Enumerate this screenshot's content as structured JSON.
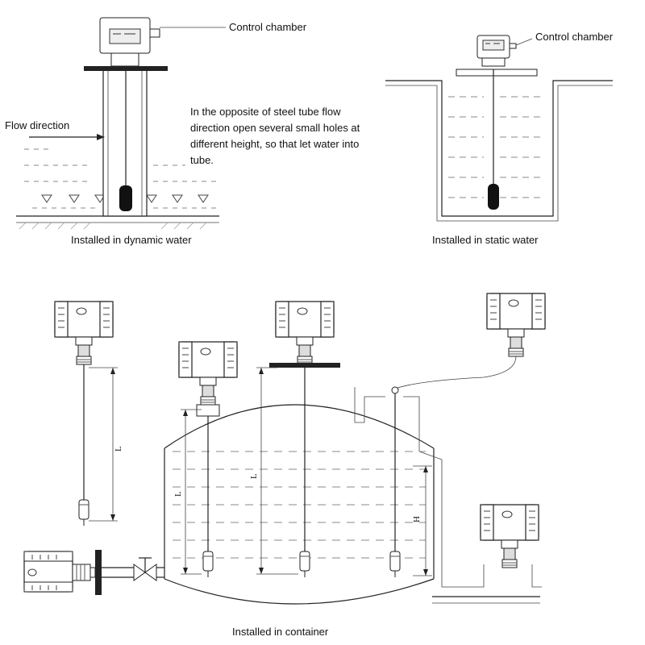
{
  "top_left": {
    "control_chamber": "Control chamber",
    "flow_direction": "Flow direction",
    "note_lines": [
      "In the opposite of steel tube flow",
      "direction open several small holes at",
      "different height, so that let water into",
      "tube."
    ],
    "caption": "Installed  in dynamic water"
  },
  "top_right": {
    "control_chamber": "Control chamber",
    "caption": "Installed  in static water"
  },
  "bottom": {
    "caption": "Installed  in container",
    "dim_L1": "L",
    "dim_L2": "L",
    "dim_L3": "L",
    "dim_H": "H"
  }
}
